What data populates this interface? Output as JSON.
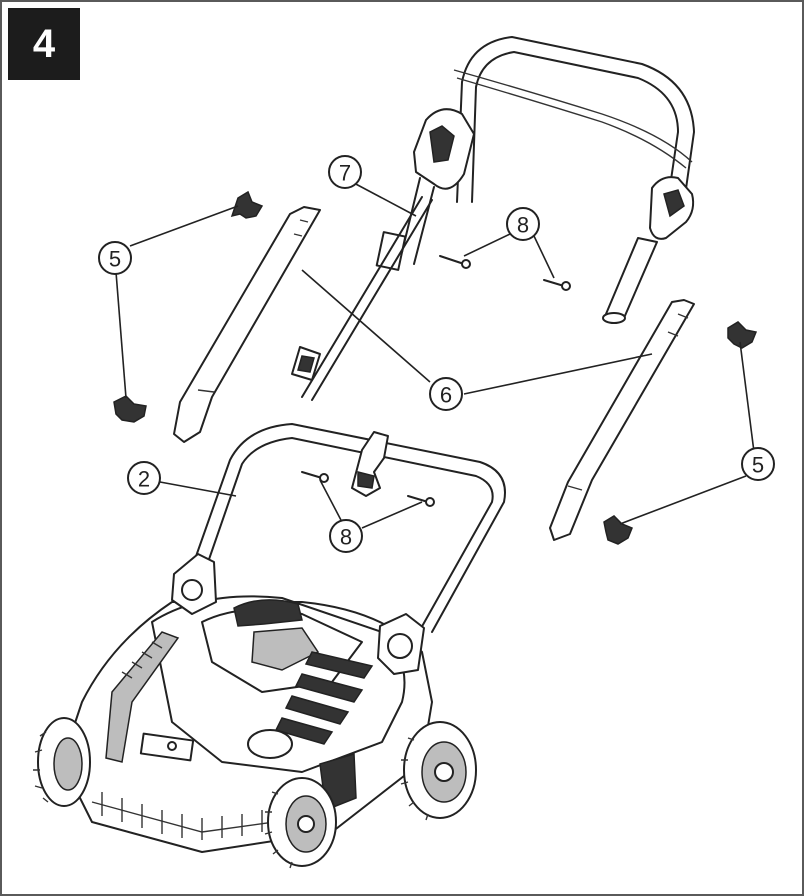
{
  "step_number": "4",
  "callouts": [
    {
      "id": "5a",
      "label": "5"
    },
    {
      "id": "7",
      "label": "7"
    },
    {
      "id": "8a",
      "label": "8"
    },
    {
      "id": "6",
      "label": "6"
    },
    {
      "id": "2",
      "label": "2"
    },
    {
      "id": "8b",
      "label": "8"
    },
    {
      "id": "5b",
      "label": "5"
    }
  ]
}
